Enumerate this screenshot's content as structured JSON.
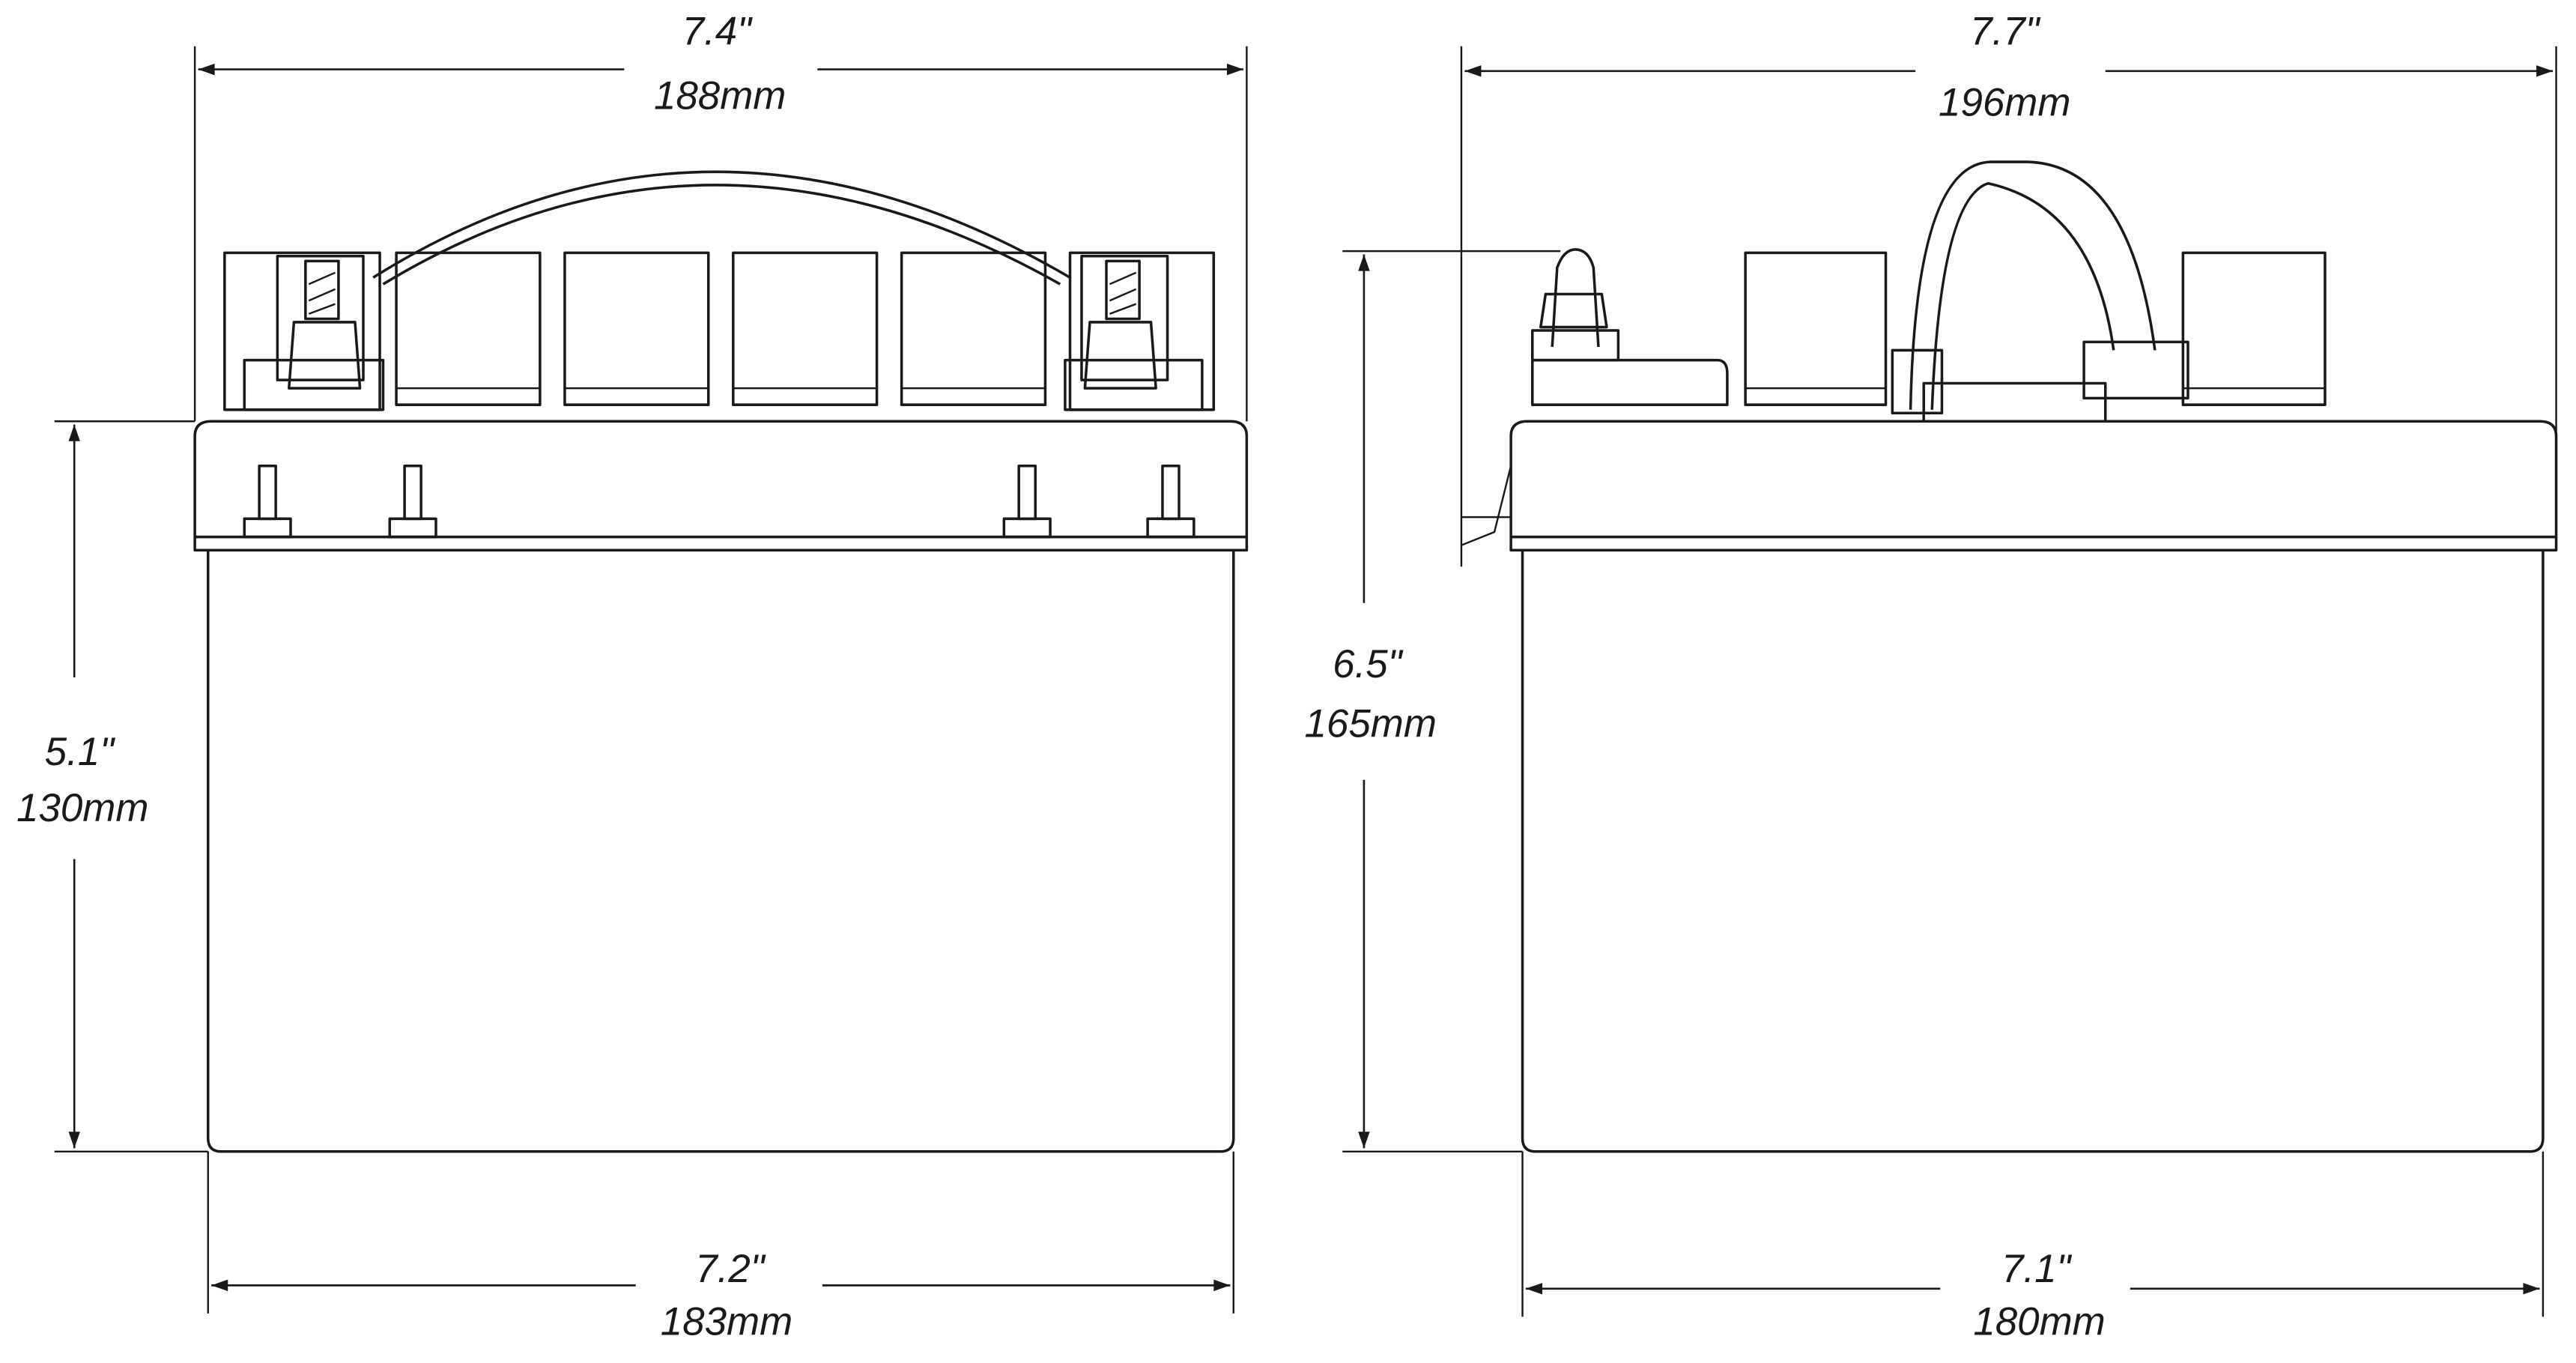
{
  "front_view": {
    "top_width": {
      "inches": "7.4\"",
      "mm": "188mm"
    },
    "height": {
      "inches": "5.1\"",
      "mm": "130mm"
    },
    "bottom_width": {
      "inches": "7.2\"",
      "mm": "183mm"
    }
  },
  "side_view": {
    "top_width": {
      "inches": "7.7\"",
      "mm": "196mm"
    },
    "height": {
      "inches": "6.5\"",
      "mm": "165mm"
    },
    "bottom_width": {
      "inches": "7.1\"",
      "mm": "180mm"
    }
  },
  "colors": {
    "line": "#1a1a1a",
    "background": "#ffffff"
  }
}
